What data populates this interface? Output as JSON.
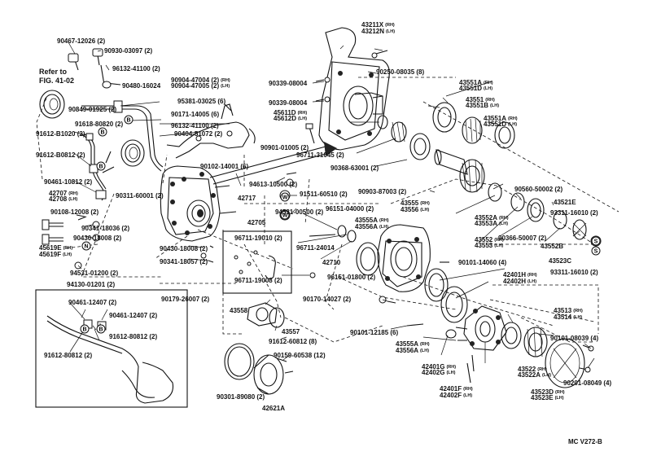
{
  "diagram": {
    "ref_note_line1": "Refer to",
    "ref_note_line2": "FIG. 41-02",
    "code": "MC  V272-B",
    "circle_letters": {
      "B": "B",
      "W": "W",
      "N": "N",
      "S": "S"
    },
    "labels": [
      {
        "t": "90467-12026 (2)"
      },
      {
        "t": "90930-03097 (2)"
      },
      {
        "t": "96132-41100 (2)"
      },
      {
        "t": "90480-16024"
      },
      {
        "t": "90904-47004 (2)",
        "s": "(RH)"
      },
      {
        "t": "90904-47005 (2)",
        "s": "(LH)"
      },
      {
        "t": "95381-03025 (6)"
      },
      {
        "t": "90849-01925 (2)"
      },
      {
        "t": "90171-14005 (6)"
      },
      {
        "t": "91618-80820 (2)"
      },
      {
        "t": "96132-41100 (2)"
      },
      {
        "t": "90404-51072 (2)"
      },
      {
        "t": "91612-B1020 (2)"
      },
      {
        "t": "91612-B0812 (2)"
      },
      {
        "t": "90461-10812 (2)"
      },
      {
        "t": "42707",
        "s": "(RH)"
      },
      {
        "t": "42708",
        "s": "(LH)"
      },
      {
        "t": "90311-60001 (2)"
      },
      {
        "t": "90108-12008 (2)"
      },
      {
        "t": "90341-18036 (2)"
      },
      {
        "t": "90430-18008 (2)"
      },
      {
        "t": "45619E",
        "s": "(RH)"
      },
      {
        "t": "45619F",
        "s": "(LH)"
      },
      {
        "t": "90430-18008 (2)"
      },
      {
        "t": "90341-18057 (2)"
      },
      {
        "t": "94531-01200 (2)"
      },
      {
        "t": "94130-01201 (2)"
      },
      {
        "t": "43211X",
        "s": "(RH)"
      },
      {
        "t": "43212N",
        "s": "(LH)"
      },
      {
        "t": "90250-08035 (8)"
      },
      {
        "t": "90339-08004"
      },
      {
        "t": "90339-08004"
      },
      {
        "t": "45611D",
        "s": "(RH)"
      },
      {
        "t": "45612D",
        "s": "(LH)"
      },
      {
        "t": "90901-01005 (2)"
      },
      {
        "t": "96711-31045 (2)"
      },
      {
        "t": "90368-63001 (2)"
      },
      {
        "t": "43551A",
        "s": "(RH)"
      },
      {
        "t": "43551D",
        "s": "(LH)"
      },
      {
        "t": "43551",
        "s": "(RH)"
      },
      {
        "t": "43551B",
        "s": "(LH)"
      },
      {
        "t": "43551A",
        "s": "(RH)"
      },
      {
        "t": "43551D",
        "s": "(LH)"
      },
      {
        "t": "90102-14001 (6)"
      },
      {
        "t": "94613-10500 (2)"
      },
      {
        "t": "42717"
      },
      {
        "t": "91511-60510 (2)"
      },
      {
        "t": "94531-00500 (2)"
      },
      {
        "t": "90903-87003 (2)"
      },
      {
        "t": "90560-50002 (2)"
      },
      {
        "t": "43521E"
      },
      {
        "t": "42705"
      },
      {
        "t": "96151-04000 (2)"
      },
      {
        "t": "43555",
        "s": "(RH)"
      },
      {
        "t": "43556",
        "s": "(LH)"
      },
      {
        "t": "43555A",
        "s": "(RH)"
      },
      {
        "t": "43556A",
        "s": "(LH)"
      },
      {
        "t": "96711-19010 (2)"
      },
      {
        "t": "96711-24014"
      },
      {
        "t": "42710"
      },
      {
        "t": "96711-19008 (2)"
      },
      {
        "t": "43552A",
        "s": "(RH)"
      },
      {
        "t": "43553A",
        "s": "(LH)"
      },
      {
        "t": "90366-50007 (2)"
      },
      {
        "t": "43552B"
      },
      {
        "t": "93311-16010 (2)"
      },
      {
        "t": "43552",
        "s": "(RH)"
      },
      {
        "t": "43553",
        "s": "(LH)"
      },
      {
        "t": "43523C"
      },
      {
        "t": "93311-16010 (2)"
      },
      {
        "t": "90101-14060 (4)"
      },
      {
        "t": "96151-01800 (2)"
      },
      {
        "t": "42401H",
        "s": "(RH)"
      },
      {
        "t": "42402H",
        "s": "(LH)"
      },
      {
        "t": "90179-26007 (2)"
      },
      {
        "t": "90170-14027 (2)"
      },
      {
        "t": "43558"
      },
      {
        "t": "43557"
      },
      {
        "t": "91612-60812 (8)"
      },
      {
        "t": "90101-12185 (6)"
      },
      {
        "t": "43513",
        "s": "(RH)"
      },
      {
        "t": "43514",
        "s": "(LH)"
      },
      {
        "t": "90101-08039 (4)"
      },
      {
        "t": "43555A",
        "s": "(RH)"
      },
      {
        "t": "43556A",
        "s": "(LH)"
      },
      {
        "t": "90159-60538 (12)"
      },
      {
        "t": "42401G",
        "s": "(RH)"
      },
      {
        "t": "42402G",
        "s": "(LH)"
      },
      {
        "t": "43522",
        "s": "(RH)"
      },
      {
        "t": "43522A",
        "s": "(LH)"
      },
      {
        "t": "90201-08049 (4)"
      },
      {
        "t": "90301-89080 (2)"
      },
      {
        "t": "42621A"
      },
      {
        "t": "42401F",
        "s": "(RH)"
      },
      {
        "t": "42402F",
        "s": "(LH)"
      },
      {
        "t": "43523D",
        "s": "(RH)"
      },
      {
        "t": "43523E",
        "s": "(LH)"
      },
      {
        "t": "90461-12407 (2)"
      },
      {
        "t": "90461-12407 (2)"
      },
      {
        "t": "91612-80812 (2)"
      },
      {
        "t": "91612-80812 (2)"
      }
    ]
  }
}
